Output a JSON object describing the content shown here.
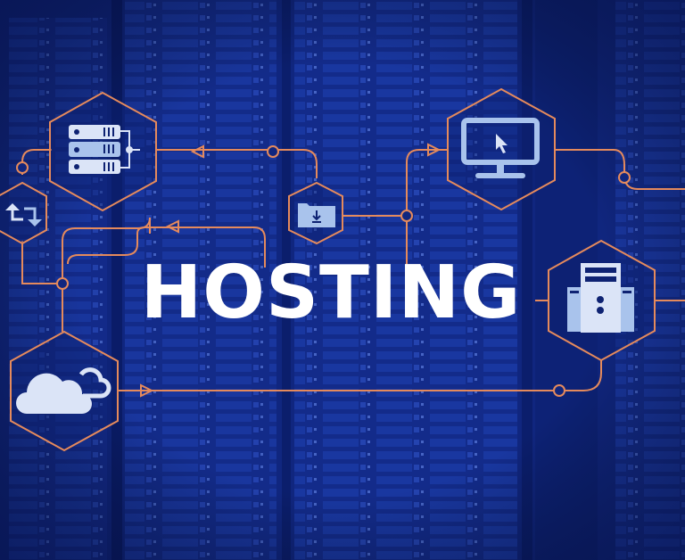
{
  "headline": {
    "text": "HOSTING"
  },
  "colors": {
    "background": "#0f2580",
    "line": "#e58a5c",
    "icon_fill": "#dbe4f7",
    "icon_accent": "#a9c3ec",
    "text": "#ffffff"
  },
  "nodes": [
    {
      "id": "server-stack",
      "icon": "server-stack-icon"
    },
    {
      "id": "transfer",
      "icon": "swap-arrows-icon"
    },
    {
      "id": "download-folder",
      "icon": "folder-download-icon"
    },
    {
      "id": "monitor",
      "icon": "monitor-cursor-icon"
    },
    {
      "id": "server-tower",
      "icon": "server-tower-icon"
    },
    {
      "id": "cloud",
      "icon": "cloud-icon"
    }
  ]
}
